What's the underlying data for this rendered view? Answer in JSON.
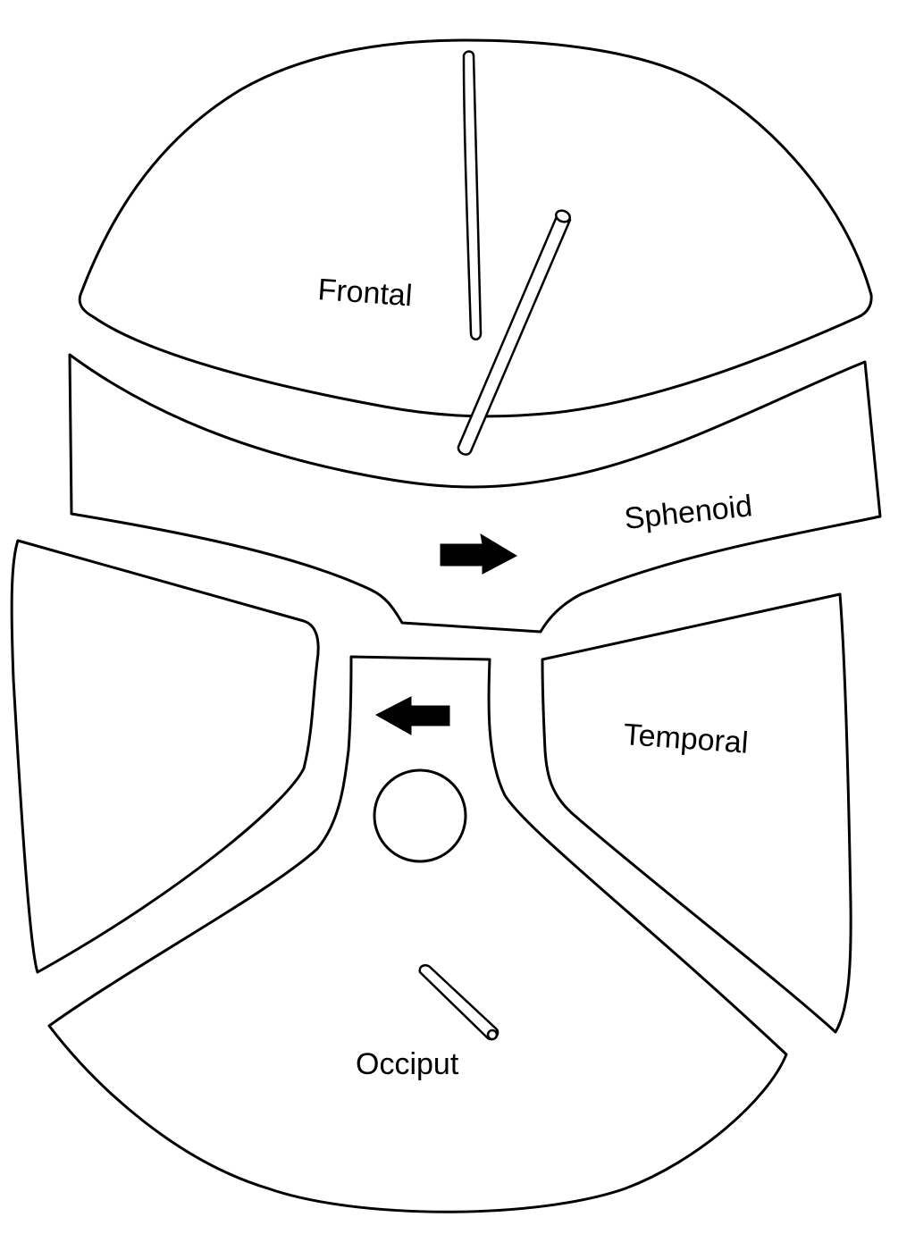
{
  "labels": {
    "frontal": "Frontal",
    "sphenoid": "Sphenoid",
    "temporal": "Temporal",
    "occiput": "Occiput"
  },
  "colors": {
    "line": "#000000",
    "fill": "#ffffff",
    "arrow": "#000000"
  },
  "arrows": {
    "upper": "right",
    "lower": "left"
  }
}
